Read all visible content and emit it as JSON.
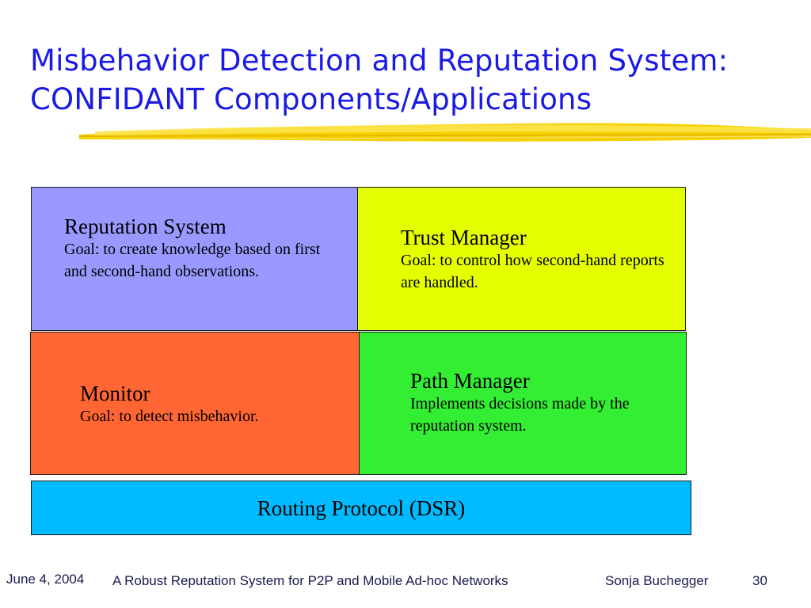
{
  "title": {
    "line1": "Misbehavior Detection and Reputation System:",
    "line2": "CONFIDANT Components/Applications"
  },
  "boxes": {
    "reputation": {
      "heading": "Reputation System",
      "body": "Goal: to create knowledge based on first and second-hand observations.",
      "color": "#9999ff"
    },
    "trust": {
      "heading": "Trust Manager",
      "body": "Goal: to control how  second-hand reports are handled.",
      "color": "#e6ff00"
    },
    "monitor": {
      "heading": "Monitor",
      "body": "Goal: to detect misbehavior.",
      "color": "#ff6633"
    },
    "path": {
      "heading": "Path Manager",
      "body": "Implements decisions made by the reputation system.",
      "color": "#33ee33"
    },
    "routing": {
      "label": "Routing Protocol (DSR)",
      "color": "#00bbff"
    }
  },
  "footer": {
    "date": "June 4, 2004",
    "title": "A Robust Reputation System for P2P and   Mobile Ad-hoc Networks",
    "author": "Sonja Buchegger",
    "page": "30"
  },
  "colors": {
    "title": "#1a1ae6",
    "underline": "#f2c700"
  }
}
